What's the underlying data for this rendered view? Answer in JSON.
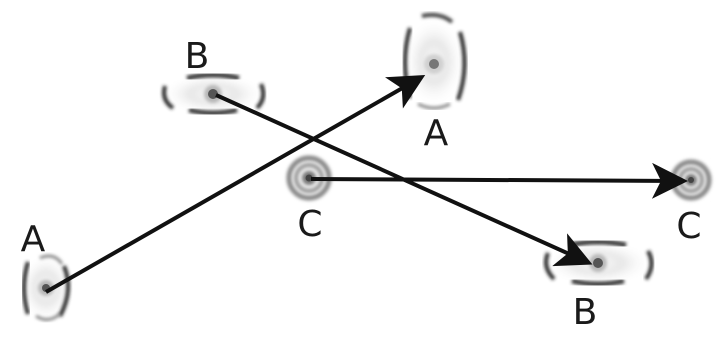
{
  "labels": {
    "a_start": "A",
    "a_end": "A",
    "b_start": "B",
    "b_end": "B",
    "c_start": "C",
    "c_end": "C"
  },
  "colors": {
    "arrow": "#111111",
    "blur_dark": "#2b2b2b",
    "blur_mid": "#8a8a8a",
    "core": "#555555",
    "core_ring": "#b8b8b8"
  },
  "icons": {
    "dot": "blurred-rotating-dot-icon",
    "arrow": "arrow-icon"
  }
}
